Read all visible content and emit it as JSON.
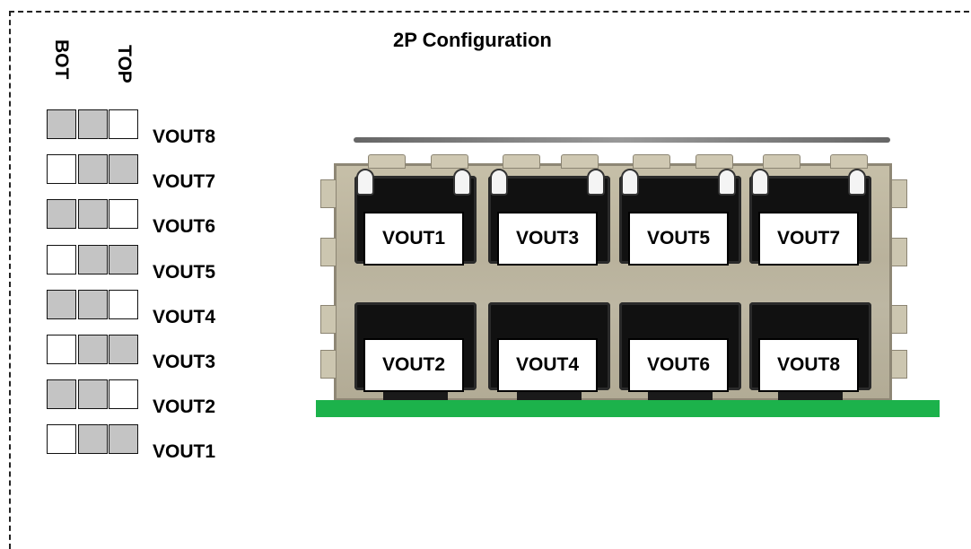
{
  "title": "2P Configuration",
  "switch_columns": {
    "bot": "BOT",
    "top": "TOP"
  },
  "switch_rows": [
    {
      "label": "VOUT8",
      "states": [
        1,
        1,
        0
      ]
    },
    {
      "label": "VOUT7",
      "states": [
        0,
        1,
        1
      ]
    },
    {
      "label": "VOUT6",
      "states": [
        1,
        1,
        0
      ]
    },
    {
      "label": "VOUT5",
      "states": [
        0,
        1,
        1
      ]
    },
    {
      "label": "VOUT4",
      "states": [
        1,
        1,
        0
      ]
    },
    {
      "label": "VOUT3",
      "states": [
        0,
        1,
        1
      ]
    },
    {
      "label": "VOUT2",
      "states": [
        1,
        1,
        0
      ]
    },
    {
      "label": "VOUT1",
      "states": [
        0,
        1,
        1
      ]
    }
  ],
  "ports_top": [
    "VOUT1",
    "VOUT3",
    "VOUT5",
    "VOUT7"
  ],
  "ports_bottom": [
    "VOUT2",
    "VOUT4",
    "VOUT6",
    "VOUT8"
  ],
  "colors": {
    "switch_on": "#c4c4c4",
    "switch_off": "#ffffff",
    "pcb": "#1cb24b"
  }
}
